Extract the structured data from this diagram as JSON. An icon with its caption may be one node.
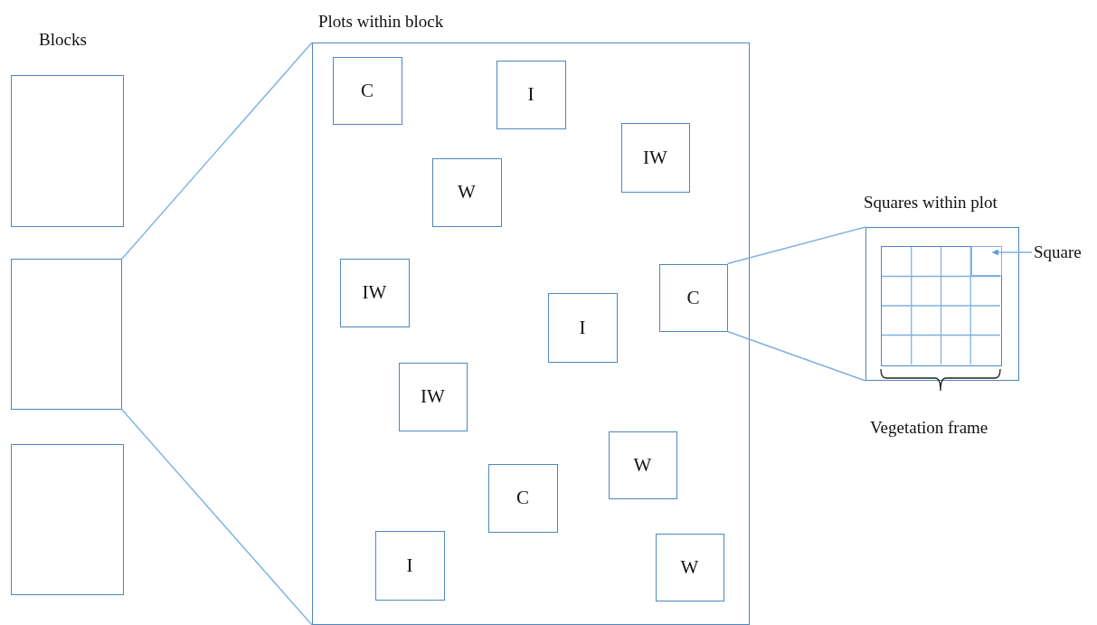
{
  "diagram": {
    "nodes": [
      {
        "text": [],
        "shape": "box"
      },
      {
        "text": [],
        "shape": "box"
      },
      {
        "text": [],
        "shape": "box"
      },
      {
        "text": [
          "Plots within block"
        ]
      },
      {
        "text": [
          "C"
        ],
        "in": 3
      },
      {
        "text": [
          "I"
        ],
        "in": 3
      },
      {
        "text": [
          "IW"
        ],
        "in": 3
      },
      {
        "text": [
          "W"
        ],
        "in": 3
      },
      {
        "text": [
          "IW"
        ],
        "in": 3
      },
      {
        "text": [
          "C"
        ],
        "in": 3
      },
      {
        "text": [
          "I"
        ],
        "in": 3
      },
      {
        "text": [
          "IW"
        ],
        "in": 3
      },
      {
        "text": [
          "W"
        ],
        "in": 3
      },
      {
        "text": [
          "C"
        ],
        "in": 3
      },
      {
        "text": [
          "I"
        ],
        "in": 3
      },
      {
        "text": [
          "W"
        ],
        "in": 3
      },
      {
        "text": [
          "Squares within plot"
        ]
      },
      {
        "text": [],
        "shape": "box",
        "in": 16
      },
      {
        "text": [],
        "shape": "box",
        "in": 17
      },
      {
        "text": [
          "Square"
        ]
      }
    ],
    "edges": [
      {
        "from": 1,
        "to": 3,
        "arrow": "none"
      },
      {
        "from": 1,
        "to": 3,
        "arrow": "none"
      },
      {
        "from": 9,
        "to": 16,
        "arrow": "none"
      },
      {
        "from": 9,
        "to": 16,
        "arrow": "none"
      },
      {
        "from": 19,
        "to": 18,
        "arrow": "to"
      }
    ],
    "labels": [
      "Blocks",
      "Vegetation frame"
    ]
  }
}
